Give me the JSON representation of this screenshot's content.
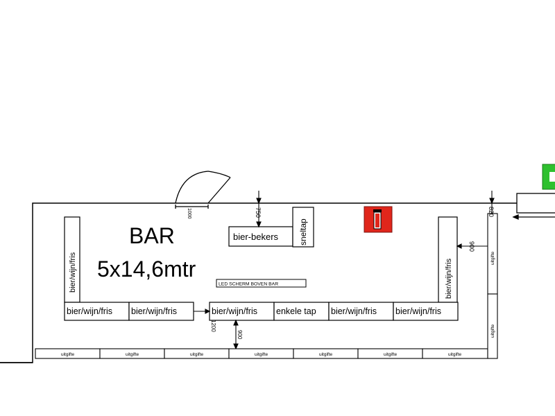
{
  "title": "BAR",
  "size": "5x14,6mtr",
  "led_label": "LED SCHERM BOVEN BAR",
  "bier_bekers": "bier-bekers",
  "sneltap": "sneltap",
  "counter_row": [
    "bier/wijn/fris",
    "bier/wijn/fris",
    "bier/wijn/fris",
    "enkele tap",
    "bier/wijn/fris",
    "bier/wijn/fris"
  ],
  "left_vertical": "bier/wijn/fris",
  "right_vertical": "bier/wijn/fris",
  "uitgifte": [
    "uitgifte",
    "uitgifte",
    "uitgifte",
    "uitgifte",
    "uitgifte",
    "uitgifte",
    "uitgifte"
  ],
  "uitgifte_side": [
    "uitgifte",
    "uitgifte"
  ],
  "dimensions": {
    "door": "1000",
    "bekers": "750",
    "right_top": "820",
    "right_mid": "900",
    "center_vertical": "1200",
    "center_bottom": "900"
  },
  "colors": {
    "line": "#000000",
    "fire_extinguisher": "#e0261b",
    "exit_sign": "#2ec02e"
  }
}
